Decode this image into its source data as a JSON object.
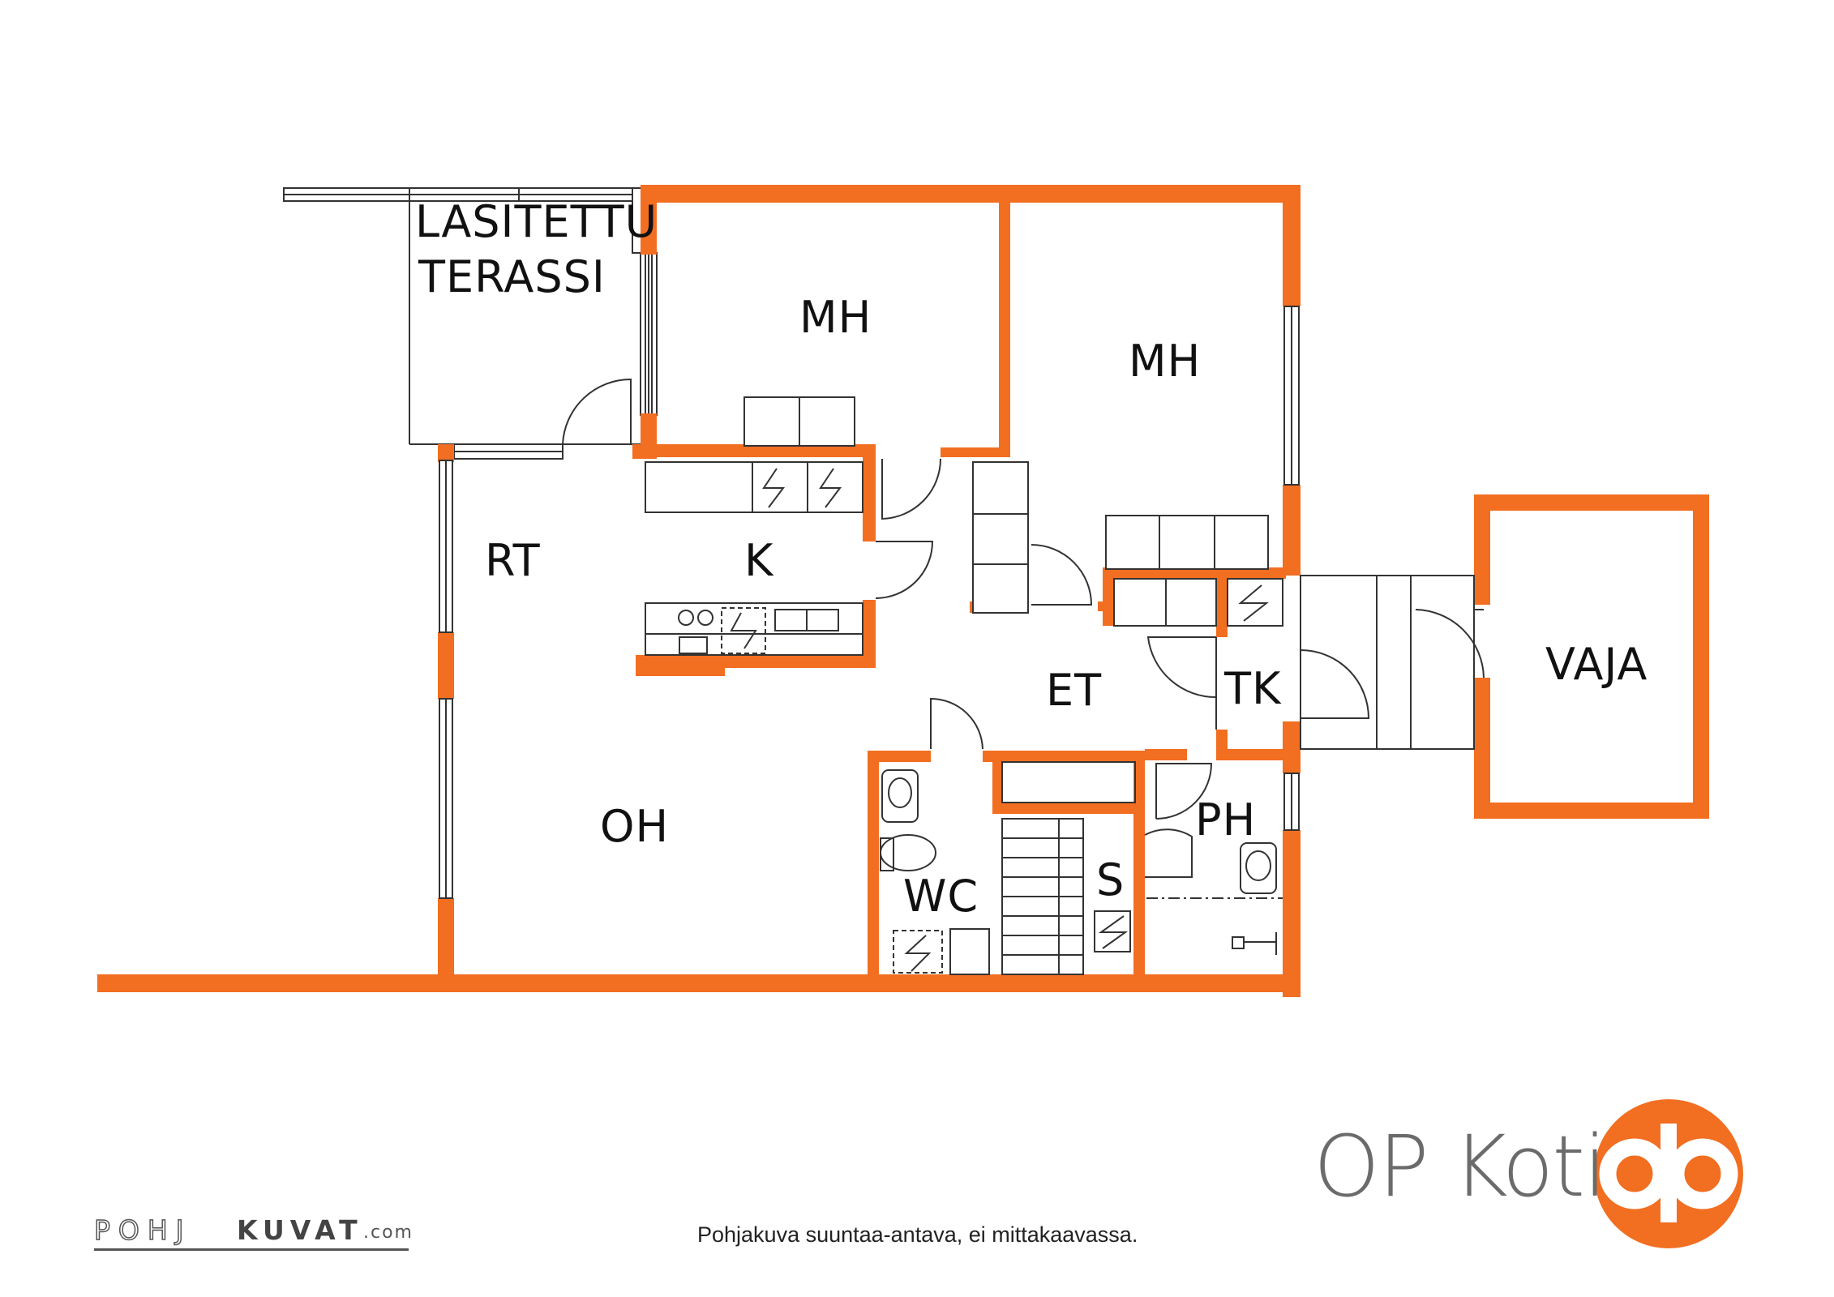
{
  "rooms": {
    "terrace_line1": "LASITETTU",
    "terrace_line2": "TERASSI",
    "bedroom1": "MH",
    "bedroom2": "MH",
    "balcony": "RT",
    "kitchen": "K",
    "hall": "ET",
    "closet": "TK",
    "shed": "VAJA",
    "living": "OH",
    "wc": "WC",
    "bathroom": "PH",
    "sauna": "S"
  },
  "footer": {
    "note": "Pohjakuva suuntaa-antava, ei mittakaavassa.",
    "brand": "OP Koti",
    "credit_part1": "POHJ",
    "credit_part2": "KUVAT",
    "credit_part3": ".com"
  },
  "colors": {
    "wall": "#f26e21",
    "line": "#333333",
    "text": "#111111",
    "brand_grey": "#6b6b6b"
  },
  "icons": {
    "brand_logo": "op-logo-icon"
  }
}
